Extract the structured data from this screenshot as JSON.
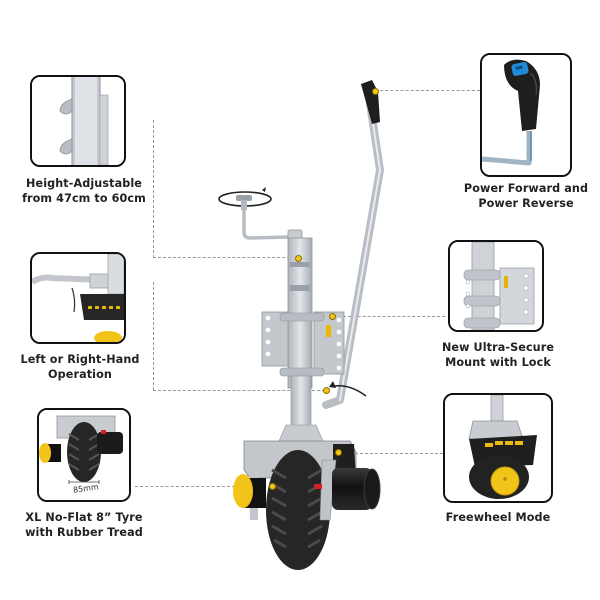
{
  "features": [
    {
      "id": "height",
      "label_line1": "Height-Adjustable",
      "label_line2": "from 47cm to 60cm",
      "thumb_icon": "jack-post-icon"
    },
    {
      "id": "handed",
      "label_line1": "Left or Right-Hand",
      "label_line2": "Operation",
      "thumb_icon": "handle-side-icon"
    },
    {
      "id": "tyre",
      "label_line1": "XL No-Flat 8” Tyre",
      "label_line2": "with Rubber Tread",
      "thumb_icon": "tyre-icon",
      "dimension": "85mm"
    },
    {
      "id": "power",
      "label_line1": "Power Forward and",
      "label_line2": "Power Reverse",
      "thumb_icon": "handle-grip-icon"
    },
    {
      "id": "mount",
      "label_line1": "New Ultra-Secure",
      "label_line2": "Mount with Lock",
      "thumb_icon": "mount-plate-icon"
    },
    {
      "id": "freewheel",
      "label_line1": "Freewheel Mode",
      "label_line2": "",
      "thumb_icon": "freewheel-icon"
    }
  ],
  "colors": {
    "accent_yellow": "#f5c518",
    "button_blue": "#1f8ad6",
    "metal": "#c9ccd1",
    "dark": "#1b1b1b",
    "connector": "#9a9a9a"
  }
}
